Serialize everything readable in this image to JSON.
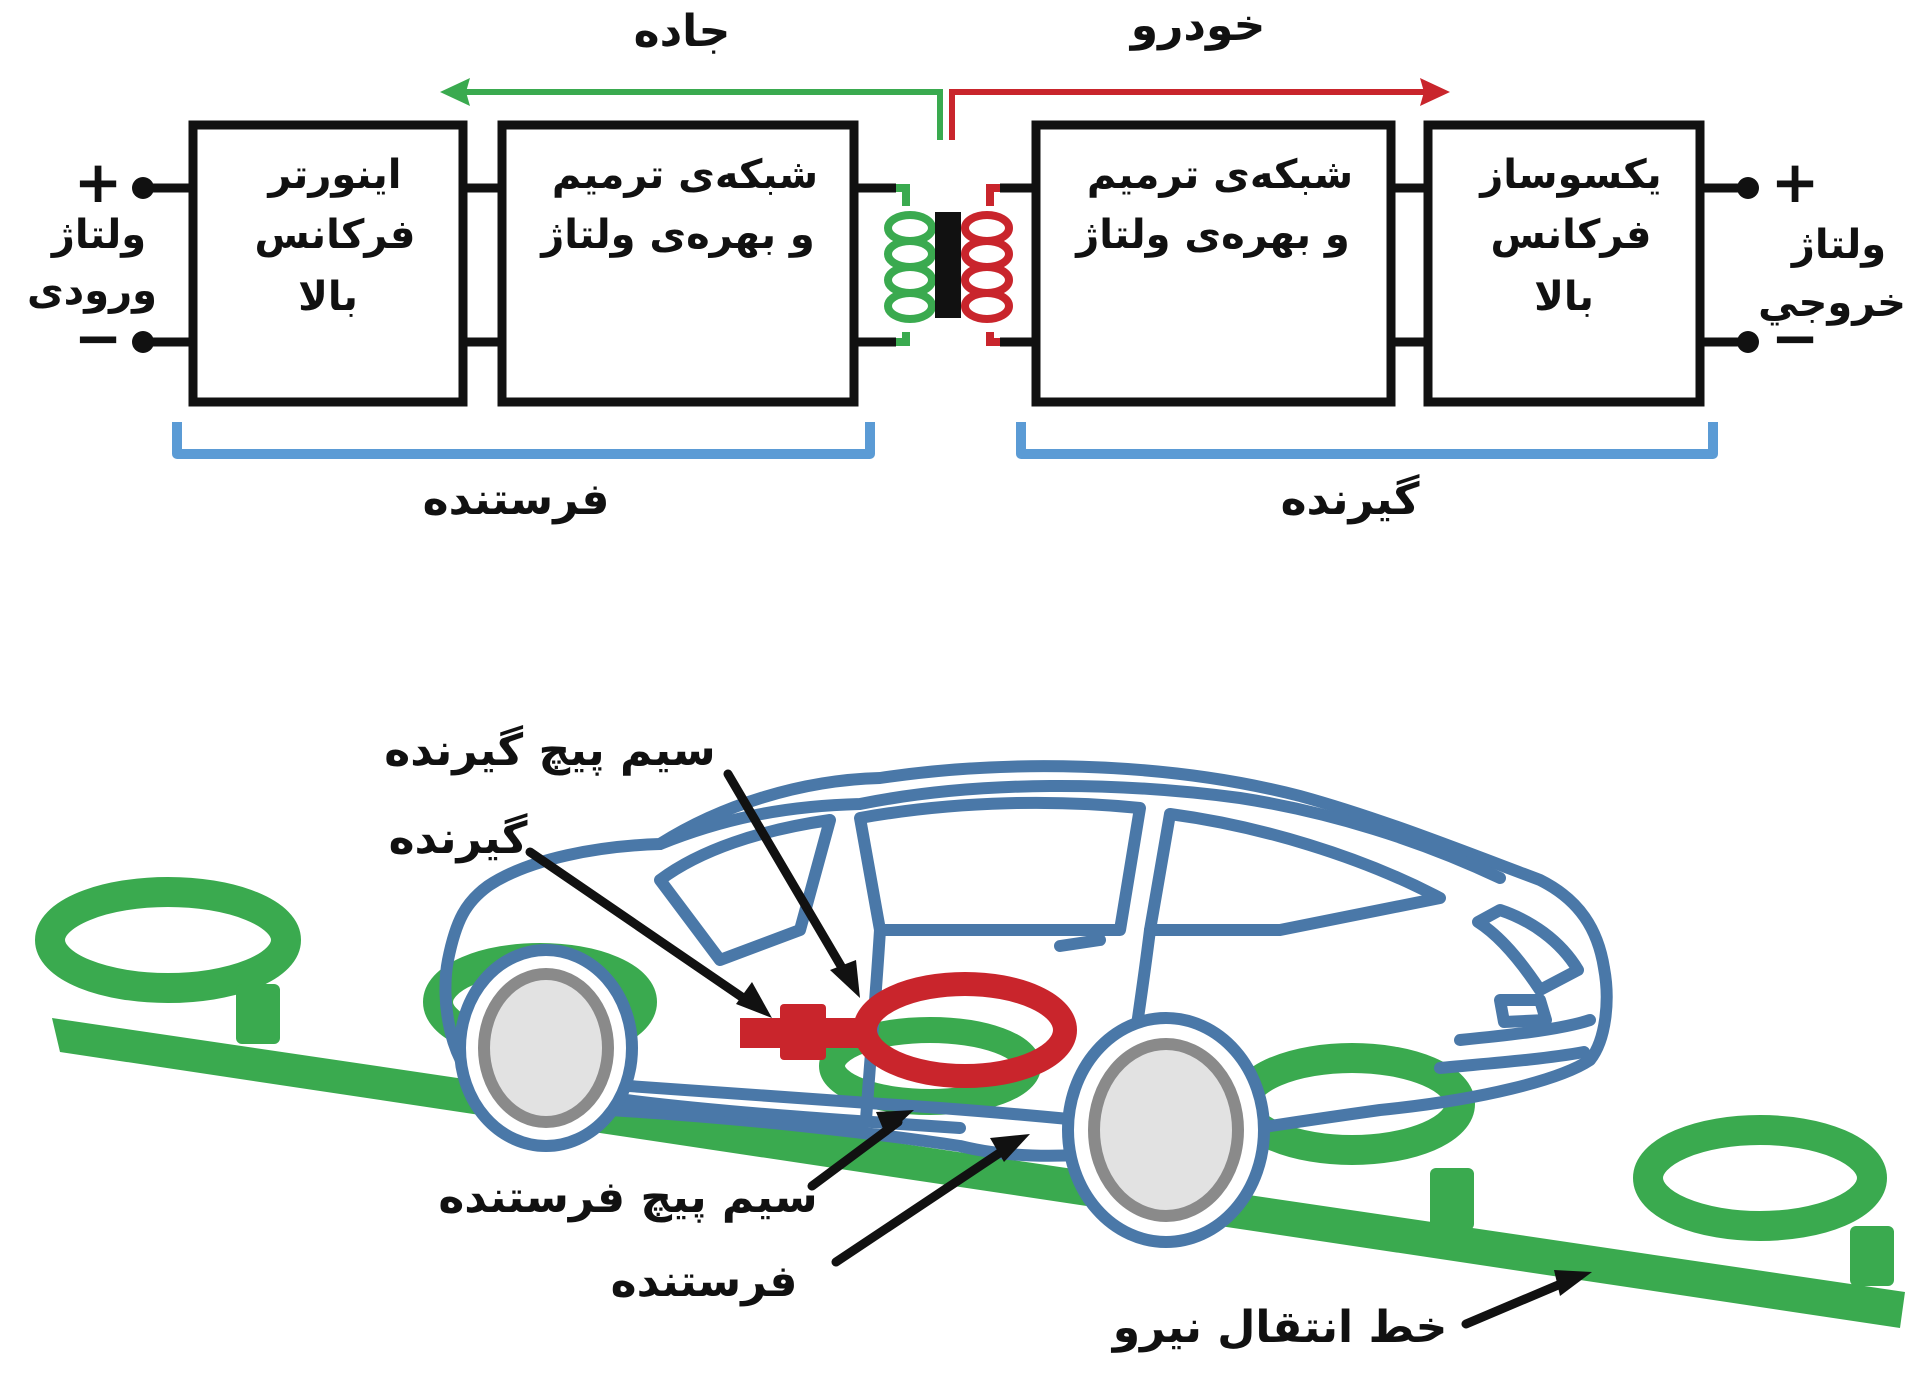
{
  "colors": {
    "road": "#3aaa4f",
    "vehicle": "#c9252c",
    "bracket": "#5b9bd5",
    "car": "#4a78a8",
    "wheel_hub": "#e2e2e2",
    "wheel_rim": "#8a8a8a",
    "ink": "#111111"
  },
  "top": {
    "road_label": "جاده",
    "vehicle_label": "خودرو",
    "input_voltage": [
      "ولتاژ",
      "ورودی"
    ],
    "output_voltage": [
      "ولتاژ",
      "خروجي"
    ],
    "plus": "+",
    "minus": "−",
    "inverter": [
      "اینورتر",
      "فرکانس",
      "بالا"
    ],
    "comp_tx": [
      "شبکه‌ی ترمیم",
      "و بهره‌ی ولتاژ"
    ],
    "comp_rx": [
      "شبکه‌ی ترمیم",
      "و بهره‌ی ولتاژ"
    ],
    "rectifier": [
      "یکسوساز",
      "فرکانس",
      "بالا"
    ],
    "transmitter": "فرستنده",
    "receiver": "گیرنده"
  },
  "bottom": {
    "rx_coil": "سیم پیچ گیرنده",
    "rx": "گیرنده",
    "tx_coil": "سیم پیچ فرستنده",
    "tx": "فرستنده",
    "power_line": "خط انتقال نیرو"
  }
}
